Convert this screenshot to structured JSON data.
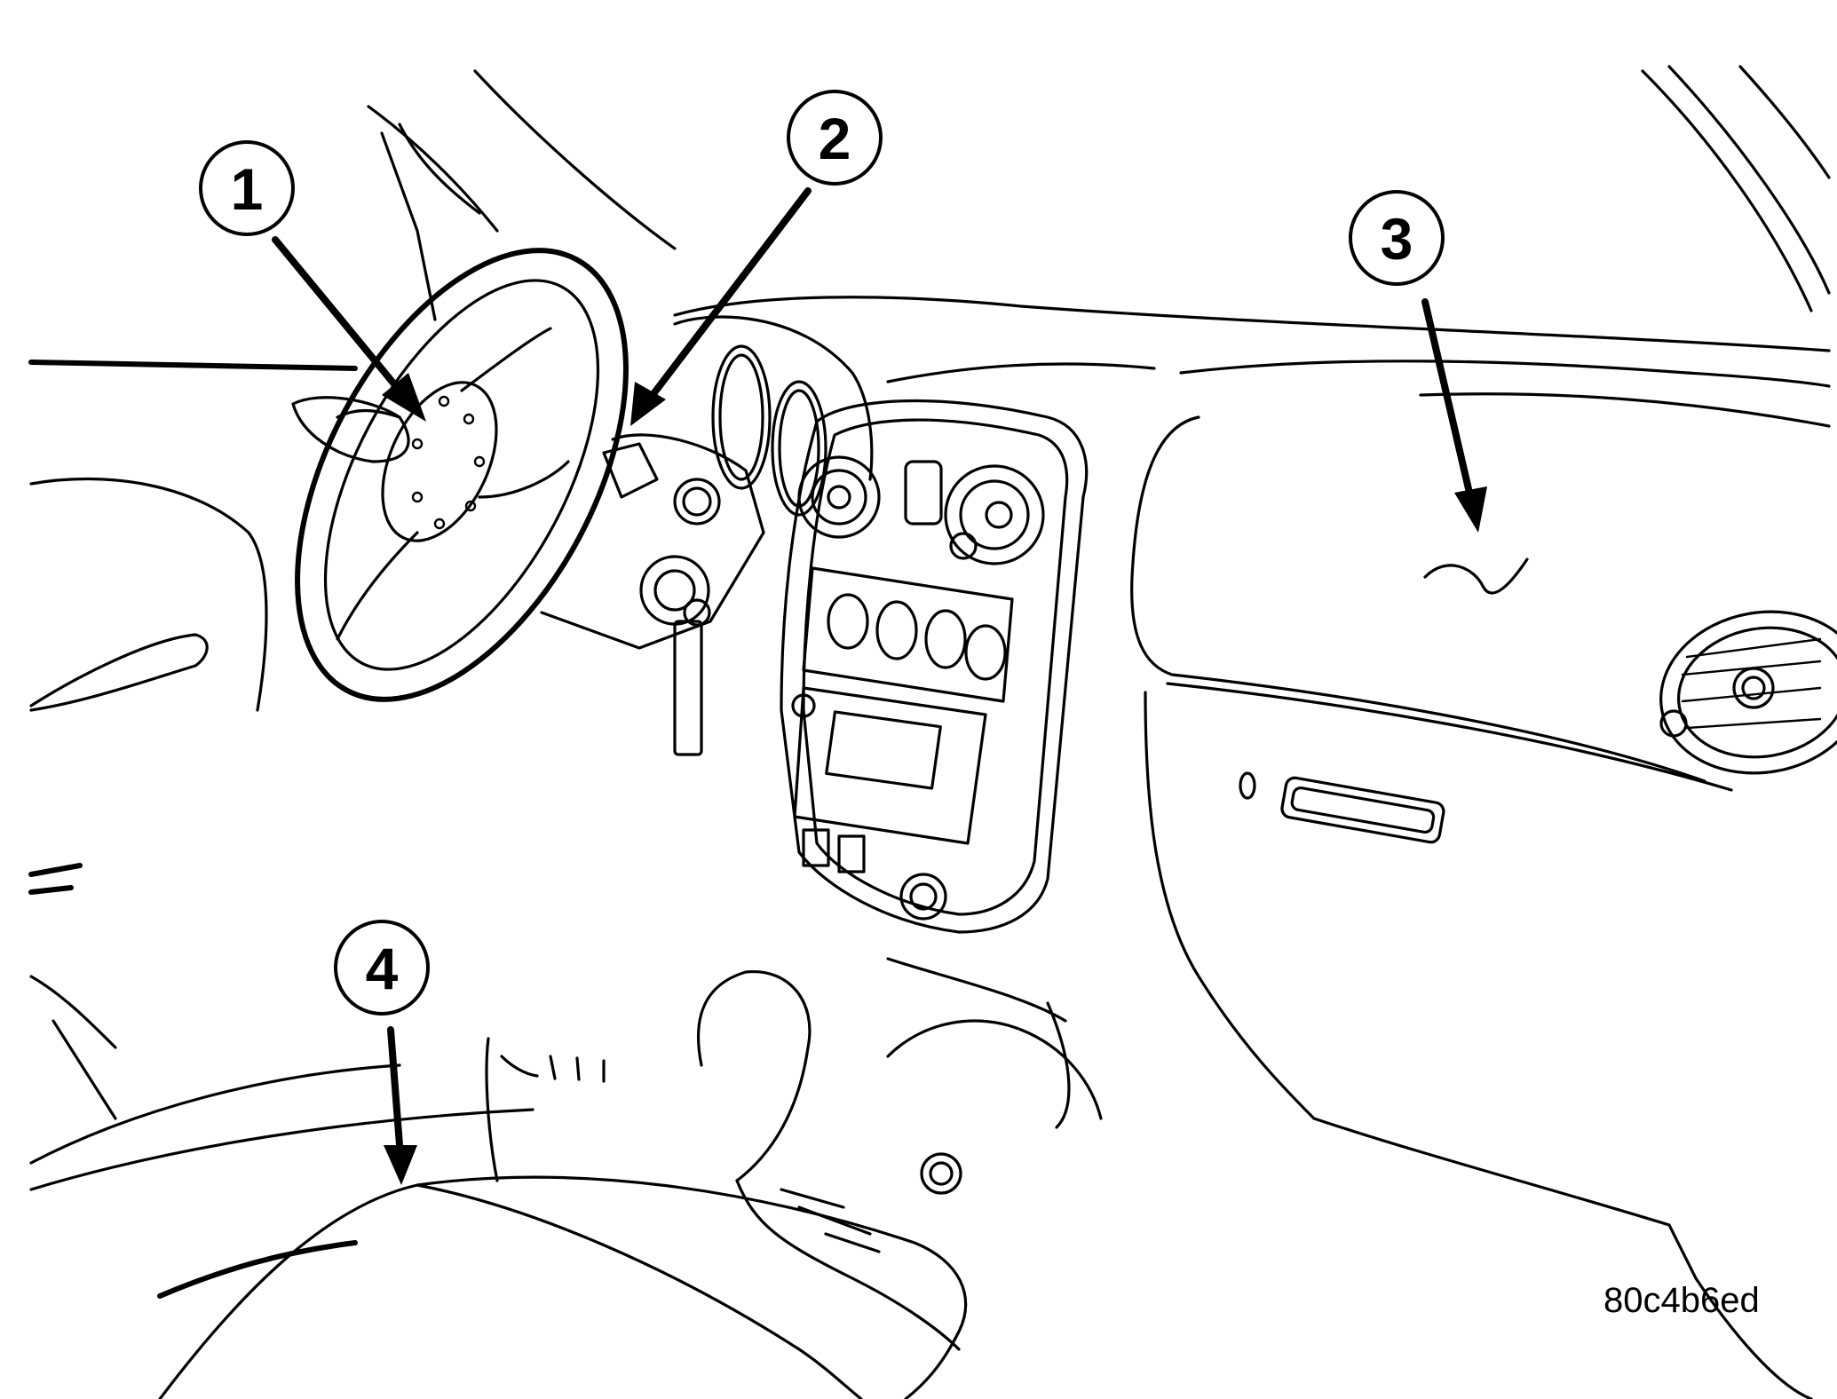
{
  "figure": {
    "code": "80c4b6ed",
    "callouts": [
      {
        "id": "1",
        "label": "1"
      },
      {
        "id": "2",
        "label": "2"
      },
      {
        "id": "3",
        "label": "3"
      },
      {
        "id": "4",
        "label": "4"
      }
    ]
  }
}
